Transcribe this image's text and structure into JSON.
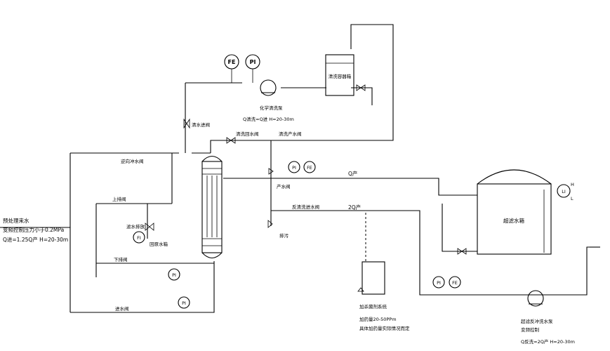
{
  "inlet": {
    "line1": "预处理来水",
    "line2": "变频控制压力小于0.2MPa",
    "line3": "Q进=1.25Q产  H=20-30m"
  },
  "valves": {
    "reverse_flush": "逆向冲水阀",
    "upper_drain": "上排阀",
    "lower_drain": "下排阀",
    "inlet_valve": "进水阀",
    "clear_inlet": "清水进阀",
    "wash_return": "清洗回水阀",
    "wash_produce": "清洗产水阀",
    "product_valve": "产水阀",
    "backwash_inlet": "反清洗进水阀",
    "filter_drain": "滤水排放",
    "drain": "排污"
  },
  "equipment": {
    "cleaning_tank": "清洗容器箱",
    "chem_pump": "化学清洗泵",
    "chem_pump_spec": "Q清洗=Q进  H=20-30m",
    "uf_tank": "超滤水箱",
    "backwash_pump": "超滤反冲洗水泵",
    "backwash_pump_ctrl": "变频控制",
    "backwash_pump_spec": "Q反洗=2Q产  H=20-30m",
    "raw_tank": "回原水箱",
    "dosing_title": "加杀菌剂系统",
    "dosing_amount": "加药量20-50PPm",
    "dosing_note": "具体加药量实际情况而定"
  },
  "flows": {
    "product": "Q产",
    "backwash": "2Q产"
  },
  "instruments": {
    "fe": "FE",
    "pi": "PI",
    "fi": "FI",
    "fe2": "FE",
    "li": "LI",
    "li_h": "H",
    "li_l": "L"
  }
}
